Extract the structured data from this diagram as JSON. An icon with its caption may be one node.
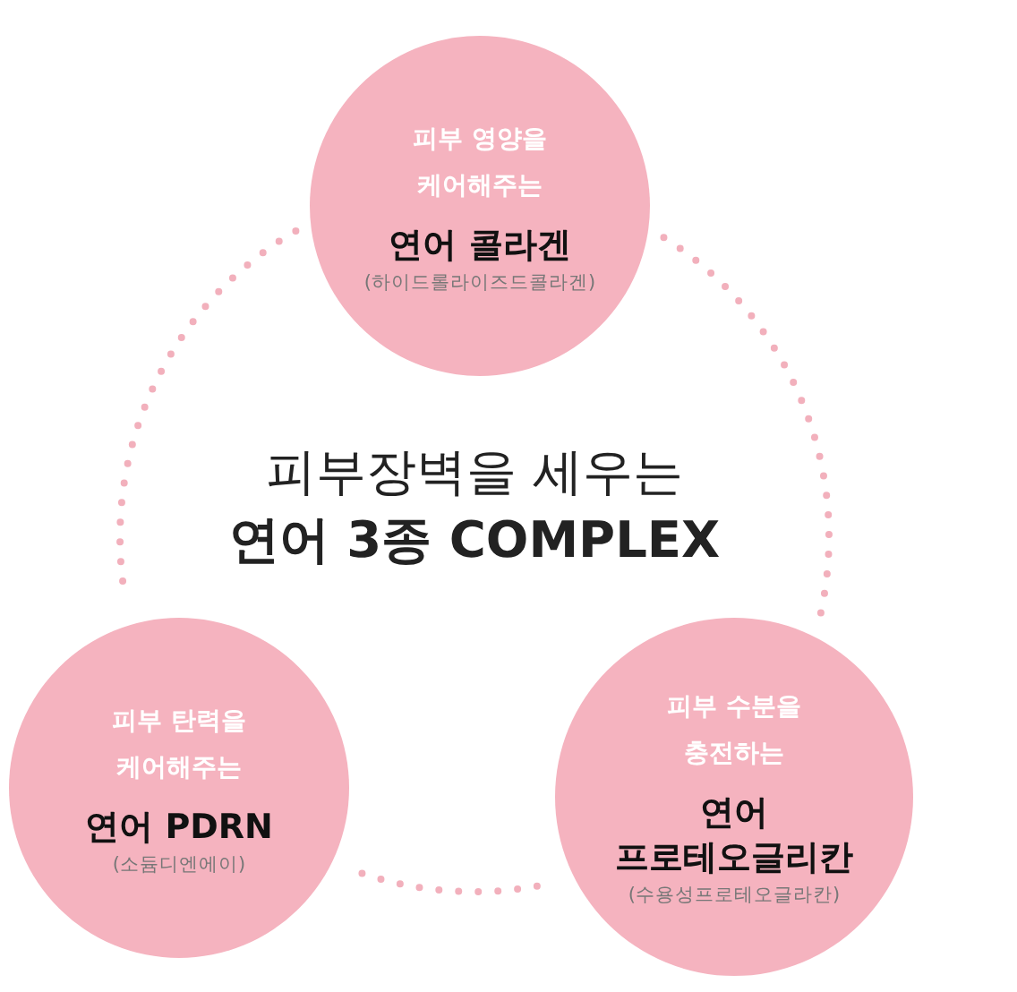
{
  "diagram": {
    "nodes": [
      {
        "text": [
          "피부 영양을 케어해주는",
          "연어 콜라겐",
          "(하이드롤라이즈드콜라겐)"
        ]
      },
      {
        "text": [
          "피부 탄력을 케어해주는",
          "연어 PDRN",
          "(소듐디엔에이)"
        ]
      },
      {
        "text": [
          "피부 수분을 충전하는",
          "연어 프로테오글리칸",
          "(수용성프로테오글라칸)"
        ]
      }
    ],
    "edges": [
      {
        "from": 0,
        "to": 1,
        "arrow": "none",
        "style": "dashed"
      },
      {
        "from": 1,
        "to": 2,
        "arrow": "none",
        "style": "dashed"
      },
      {
        "from": 2,
        "to": 0,
        "arrow": "none",
        "style": "dashed"
      }
    ],
    "labels": [
      "피부장벽을 세우는",
      "연어 3종 COMPLEX"
    ]
  }
}
